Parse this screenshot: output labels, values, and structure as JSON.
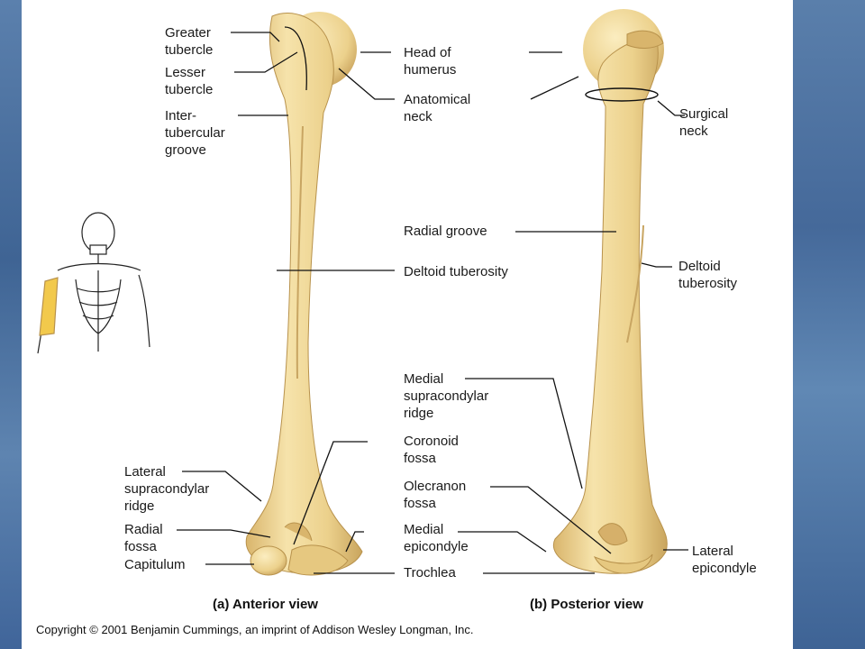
{
  "figure": {
    "anterior_caption": "(a)  Anterior view",
    "posterior_caption": "(b)  Posterior view",
    "copyright": "Copyright © 2001 Benjamin Cummings, an imprint of Addison Wesley Longman, Inc."
  },
  "labels": {
    "greater_tubercle": [
      "Greater",
      "tubercle"
    ],
    "lesser_tubercle": [
      "Lesser",
      "tubercle"
    ],
    "intertubercular_groove": [
      "Inter-",
      "tubercular",
      "groove"
    ],
    "head_of_humerus": [
      "Head of",
      "humerus"
    ],
    "anatomical_neck": [
      "Anatomical",
      "neck"
    ],
    "surgical_neck": [
      "Surgical",
      "neck"
    ],
    "radial_groove": [
      "Radial groove"
    ],
    "deltoid_tuberosity_a": [
      "Deltoid tuberosity"
    ],
    "deltoid_tuberosity_b": [
      "Deltoid",
      "tuberosity"
    ],
    "medial_supracondylar_ridge": [
      "Medial",
      "supracondylar",
      "ridge"
    ],
    "coronoid_fossa": [
      "Coronoid",
      "fossa"
    ],
    "olecranon_fossa": [
      "Olecranon",
      "fossa"
    ],
    "medial_epicondyle": [
      "Medial",
      "epicondyle"
    ],
    "trochlea": [
      "Trochlea"
    ],
    "lateral_supracondylar_ridge": [
      "Lateral",
      "supracondylar",
      "ridge"
    ],
    "radial_fossa": [
      "Radial",
      "fossa"
    ],
    "capitulum": [
      "Capitulum"
    ],
    "lateral_epicondyle": [
      "Lateral",
      "epicondyle"
    ]
  },
  "colors": {
    "bone": "#f0d99a",
    "bone_shadow": "#c9a55e",
    "highlight": "#f2c94c",
    "frame": "#4a6f9e"
  }
}
